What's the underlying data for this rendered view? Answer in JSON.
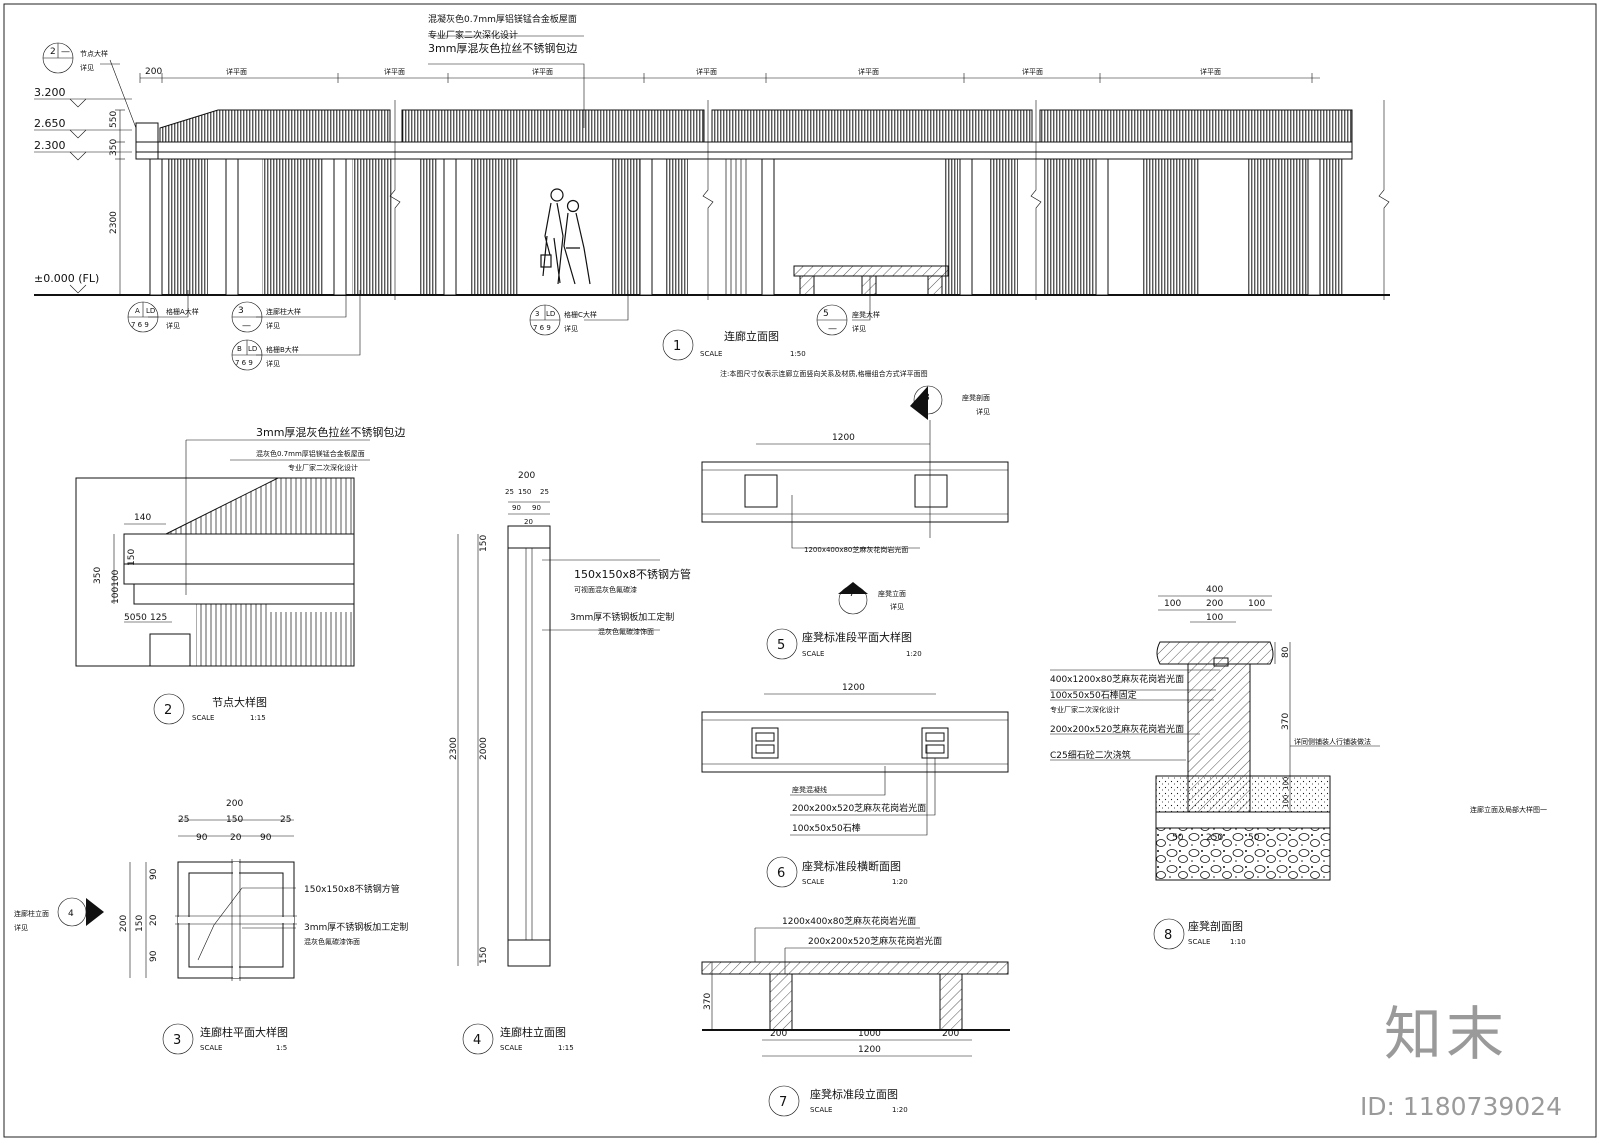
{
  "texts": {
    "n_elev_1": "混凝灰色0.7mm厚铝镁锰合金板屋面",
    "n_elev_2": "专业厂家二次深化设计",
    "n_elev_3": "3mm厚混灰色拉丝不锈钢包边",
    "ref2": "2",
    "dash": "—",
    "node_big": "节点大样",
    "see": "详见",
    "dim200": "200",
    "see_plan": "详平面",
    "lv1": "3.200",
    "lv2": "2.650",
    "lv3": "2.300",
    "lv0": "±0.000 (FL)",
    "dv550": "550",
    "dv350": "350",
    "dv2300": "2300",
    "refA": "A",
    "refLD": "LD",
    "ref769": "7 6 9",
    "grilleA": "格栅A大样",
    "ref3": "3",
    "colbig": "连廊柱大样",
    "refB": "B",
    "grilleB": "格栅B大样",
    "grilleC": "格栅C大样",
    "ref5": "5",
    "benchbig": "座凳大样",
    "ref1": "1",
    "title1": "连廊立面图",
    "scale": "SCALE",
    "sc150": "1:50",
    "note1": "注:本图尺寸仅表示连廊立面竖向关系及材质,格栅组合方式详平面图",
    "ref8": "8",
    "benchsec": "座凳剖面",
    "d_1200": "1200",
    "n_1200x400": "1200x400x80芝麻灰花岗岩光面",
    "ref7": "7",
    "benchelev": "座凳立面",
    "title5": "座凳标准段平面大样图",
    "sc120": "1:20",
    "n_hatch": "座凳混凝线",
    "n_200x200": "200x200x520芝麻灰花岗岩光面",
    "n_stone": "100x50x50石棒",
    "title6": "座凳标准段横断面图",
    "title7": "座凳标准段立面图",
    "d_370": "370",
    "d_1000": "1000",
    "d_400": "400",
    "d_100": "100",
    "s8_n1": "400x1200x80芝麻灰花岗岩光面",
    "s8_n2": "100x50x50石棒固定",
    "s8_n3": "专业厂家二次深化设计",
    "s8_n4": "200x200x520芝麻灰花岗岩光面",
    "s8_n5": "C25细石砼二次浇筑",
    "s8_n6": "详同侧铺装人行铺装做法",
    "d_80": "80",
    "d_250": "250",
    "d_50": "50",
    "title8": "座凳剖面图",
    "sc110": "1:10",
    "sheet_label": "连廊立面及局部大样图一",
    "n2_1": "3mm厚混灰色拉丝不锈钢包边",
    "n2_2": "混灰色0.7mm厚铝镁锰合金板屋面",
    "n2_3": "专业厂家二次深化设计",
    "d_140": "140",
    "d_150": "150",
    "d_125": "125",
    "d_5050": "5050",
    "d_100100": "100100",
    "title2": "节点大样图",
    "sc115": "1:15",
    "d_25": "25",
    "d_90": "90",
    "d_20": "20",
    "n4_1": "150x150x8不锈钢方管",
    "n4_2": "可视面混灰色氟碳漆",
    "n4_3": "3mm厚不锈钢板加工定制",
    "n4_4": "混灰色氟碳漆饰面",
    "d_2000": "2000",
    "title4": "连廊柱立面图",
    "ref4": "4",
    "colelev": "连廊柱立面",
    "n3_1": "150x150x8不锈钢方管",
    "n3_2": "3mm厚不锈钢板加工定制",
    "n3_3": "混灰色氟碳漆饰面",
    "title3": "连廊柱平面大样图",
    "sc15": "1:5"
  },
  "brand": "知末",
  "doc_id": "ID: 1180739024"
}
